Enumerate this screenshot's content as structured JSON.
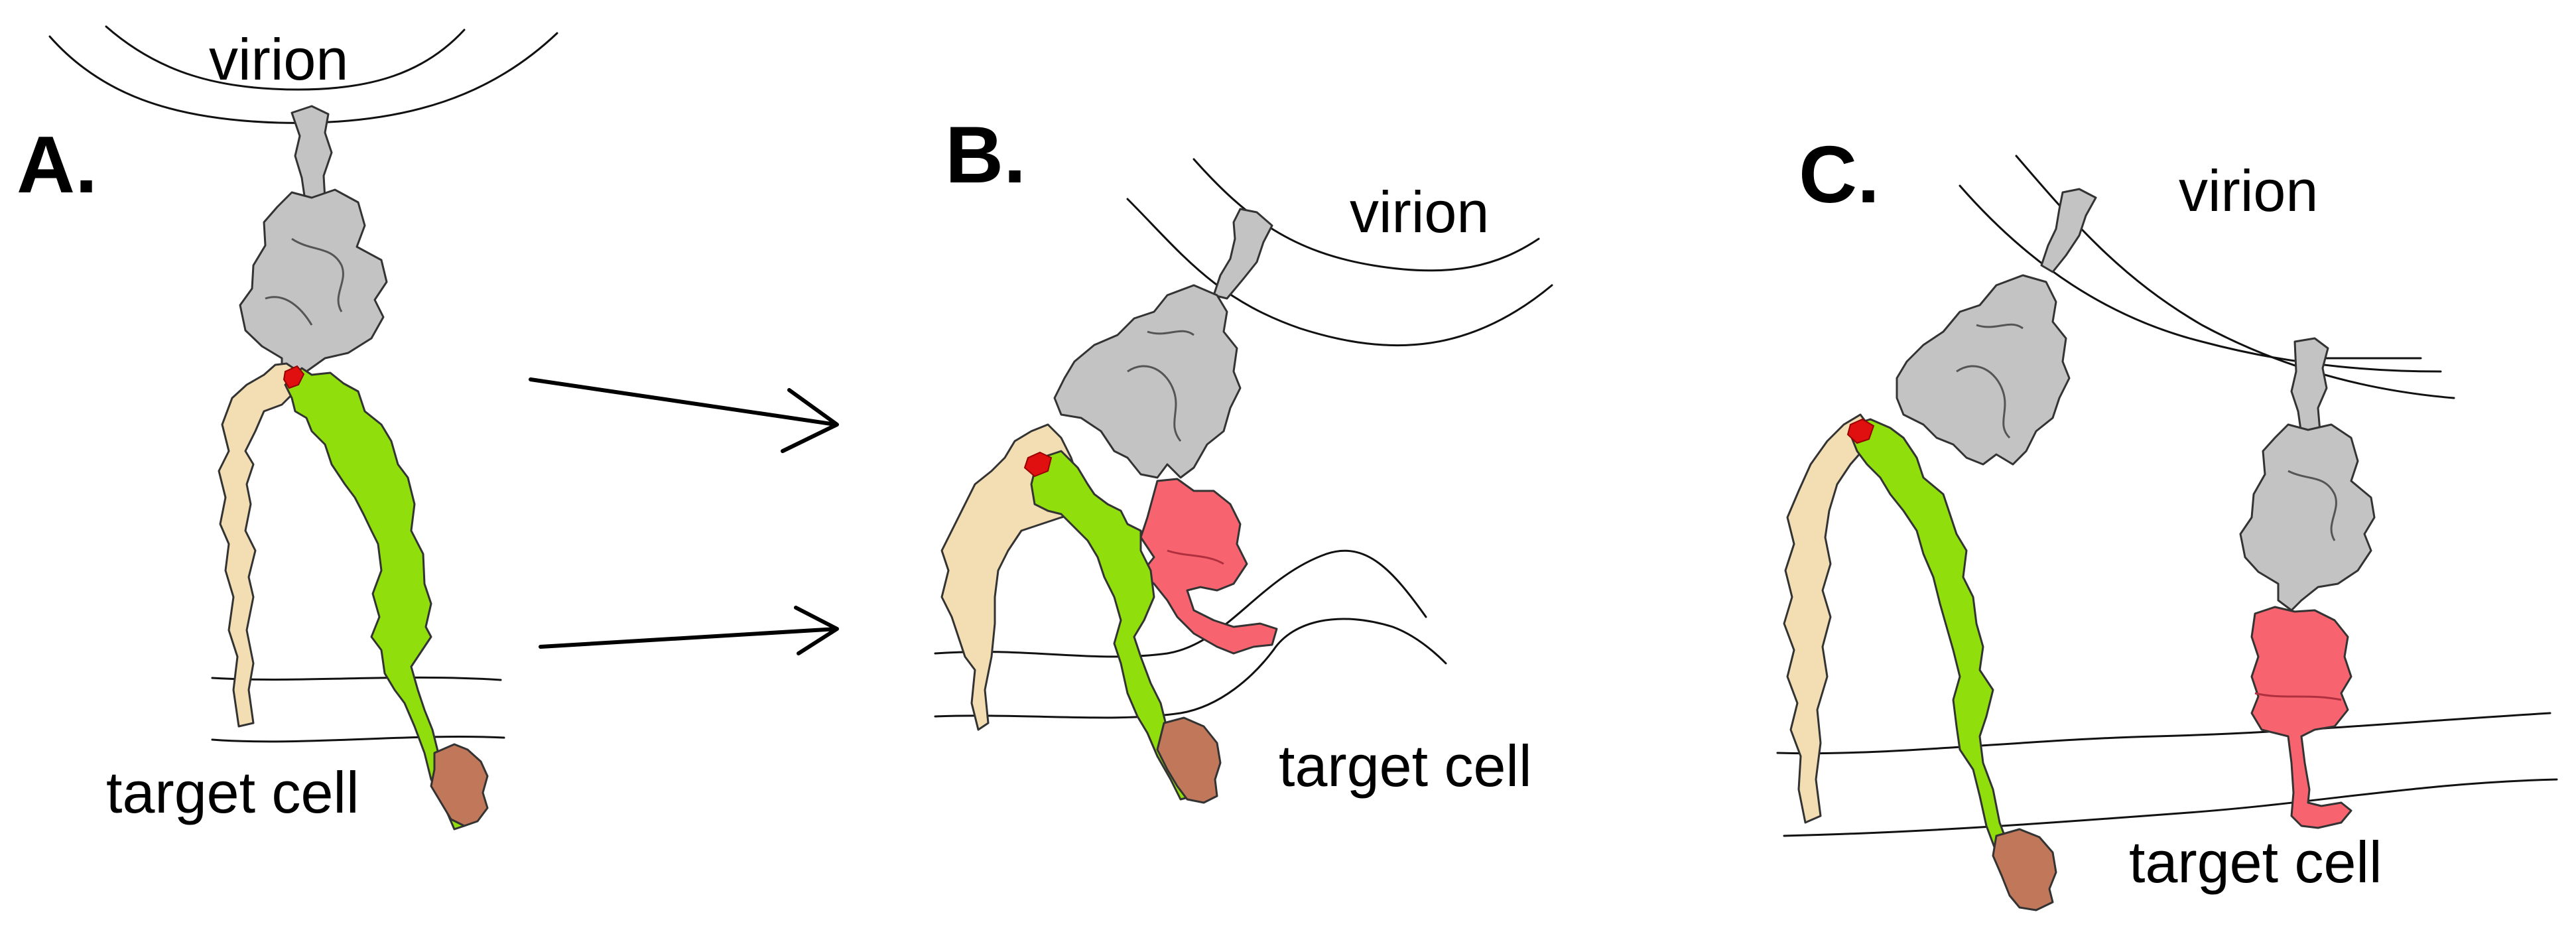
{
  "panels": [
    {
      "label": "A.",
      "virion_label": "virion",
      "cell_label": "target cell"
    },
    {
      "label": "B.",
      "virion_label": "virion",
      "cell_label": "target cell"
    },
    {
      "label": "C.",
      "virion_label": "virion",
      "cell_label": "target cell"
    }
  ],
  "colors": {
    "viral_glycoprotein": "#c3c3c3",
    "receptor_beige": "#f3deb3",
    "receptor_green": "#90df0d",
    "receptor_brown": "#c1775a",
    "receptor_pink": "#f76470",
    "contact_red": "#e01010"
  }
}
